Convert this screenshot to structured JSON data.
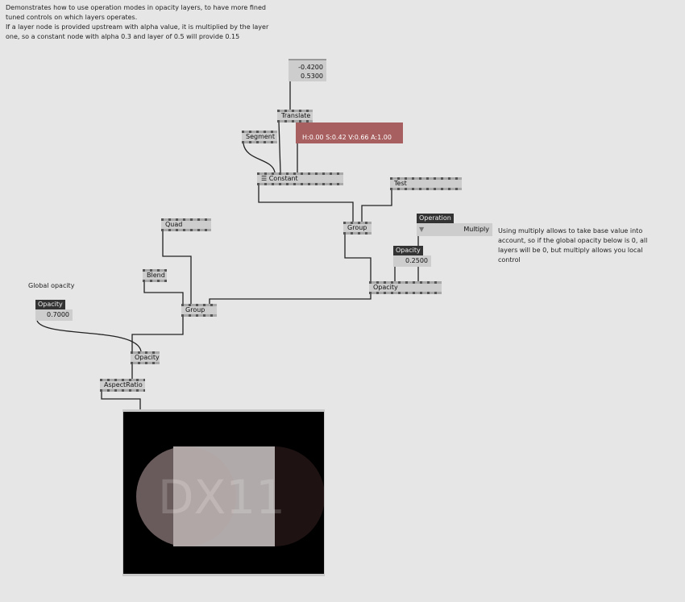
{
  "intro_text": "Demonstrates how to use operation modes in opacity layers, to have more fined\ntuned controls on which layers operates.\nIf a layer node is provided upstream with alpha value, it is multiplied by the layer\none, so a constant node with alpha 0.3 and layer of 0.5 will provide 0.15",
  "multiply_note": "Using multiply allows to take base value into\naccount, so if the global opacity below is 0, all\nlayers will be 0, but multiply allows you local\ncontrol",
  "global_opacity_label": "Global opacity",
  "vector_box": {
    "values": [
      "-0.4200",
      "0.5300"
    ]
  },
  "color_box": {
    "value": "H:0.00  S:0.42  V:0.66  A:1.00",
    "color": "#a85f5f"
  },
  "nodes": {
    "translate": "Translate",
    "segment": "Segment",
    "constant": "Constant",
    "test": "Test",
    "group_right": "Group",
    "quad": "Quad",
    "blend": "Blend",
    "group_left": "Group",
    "opacity_right": "Opacity",
    "opacity_bottom": "Opacity",
    "aspect_ratio": "AspectRatio"
  },
  "operation": {
    "label": "Operation",
    "value": "Multiply"
  },
  "local_opacity": {
    "label": "Opacity",
    "value": "0.2500"
  },
  "global_opacity": {
    "label": "Opacity",
    "value": "0.7000"
  },
  "renderer": {
    "watermark": "DX11"
  }
}
